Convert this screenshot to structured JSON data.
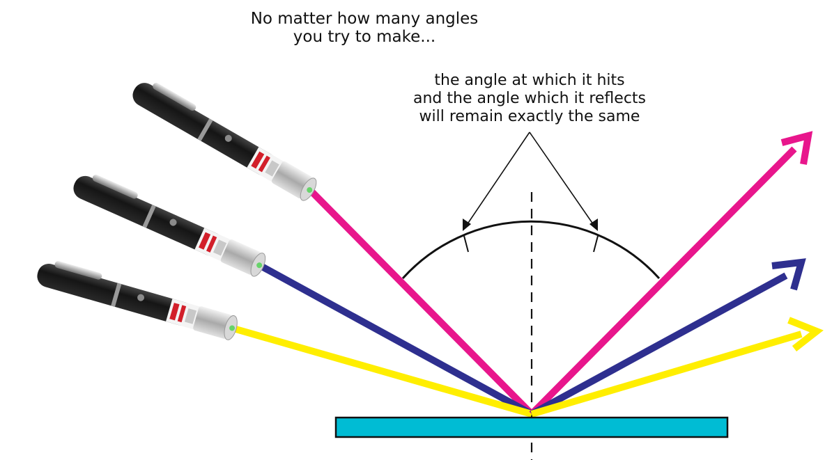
{
  "caption_top": {
    "line1": "No matter how many angles",
    "line2": "you try to make..."
  },
  "caption_angle": {
    "line1": "the angle at which it hits",
    "line2": "and the angle which it reflects",
    "line3": "will remain exactly the same"
  },
  "colors": {
    "ray_pink": "#e8168c",
    "ray_blue": "#2e2f8f",
    "ray_yellow": "#ffee00",
    "mirror": "#00bcd4",
    "pointer_body": "#1e1e1e",
    "pointer_cap": "#b8b8b8"
  },
  "icons": {
    "pointer": "laser-pointer-icon"
  }
}
